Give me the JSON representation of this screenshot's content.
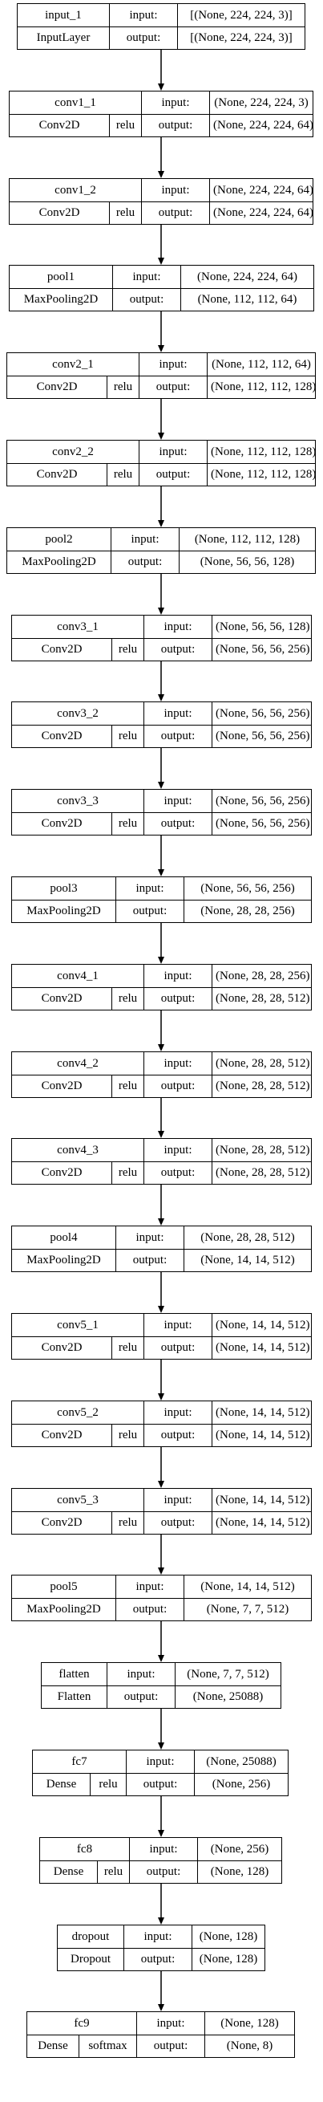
{
  "port_labels": {
    "input": "input:",
    "output": "output:"
  },
  "layers": [
    {
      "name": "input_1",
      "type": "InputLayer",
      "activation": "",
      "input_shape": "[(None, 224, 224, 3)]",
      "output_shape": "[(None, 224, 224, 3)]"
    },
    {
      "name": "conv1_1",
      "type": "Conv2D",
      "activation": "relu",
      "input_shape": "(None, 224, 224, 3)",
      "output_shape": "(None, 224, 224, 64)"
    },
    {
      "name": "conv1_2",
      "type": "Conv2D",
      "activation": "relu",
      "input_shape": "(None, 224, 224, 64)",
      "output_shape": "(None, 224, 224, 64)"
    },
    {
      "name": "pool1",
      "type": "MaxPooling2D",
      "activation": "",
      "input_shape": "(None, 224, 224, 64)",
      "output_shape": "(None, 112, 112, 64)"
    },
    {
      "name": "conv2_1",
      "type": "Conv2D",
      "activation": "relu",
      "input_shape": "(None, 112, 112, 64)",
      "output_shape": "(None, 112, 112, 128)"
    },
    {
      "name": "conv2_2",
      "type": "Conv2D",
      "activation": "relu",
      "input_shape": "(None, 112, 112, 128)",
      "output_shape": "(None, 112, 112, 128)"
    },
    {
      "name": "pool2",
      "type": "MaxPooling2D",
      "activation": "",
      "input_shape": "(None, 112, 112, 128)",
      "output_shape": "(None, 56, 56, 128)"
    },
    {
      "name": "conv3_1",
      "type": "Conv2D",
      "activation": "relu",
      "input_shape": "(None, 56, 56, 128)",
      "output_shape": "(None, 56, 56, 256)"
    },
    {
      "name": "conv3_2",
      "type": "Conv2D",
      "activation": "relu",
      "input_shape": "(None, 56, 56, 256)",
      "output_shape": "(None, 56, 56, 256)"
    },
    {
      "name": "conv3_3",
      "type": "Conv2D",
      "activation": "relu",
      "input_shape": "(None, 56, 56, 256)",
      "output_shape": "(None, 56, 56, 256)"
    },
    {
      "name": "pool3",
      "type": "MaxPooling2D",
      "activation": "",
      "input_shape": "(None, 56, 56, 256)",
      "output_shape": "(None, 28, 28, 256)"
    },
    {
      "name": "conv4_1",
      "type": "Conv2D",
      "activation": "relu",
      "input_shape": "(None, 28, 28, 256)",
      "output_shape": "(None, 28, 28, 512)"
    },
    {
      "name": "conv4_2",
      "type": "Conv2D",
      "activation": "relu",
      "input_shape": "(None, 28, 28, 512)",
      "output_shape": "(None, 28, 28, 512)"
    },
    {
      "name": "conv4_3",
      "type": "Conv2D",
      "activation": "relu",
      "input_shape": "(None, 28, 28, 512)",
      "output_shape": "(None, 28, 28, 512)"
    },
    {
      "name": "pool4",
      "type": "MaxPooling2D",
      "activation": "",
      "input_shape": "(None, 28, 28, 512)",
      "output_shape": "(None, 14, 14, 512)"
    },
    {
      "name": "conv5_1",
      "type": "Conv2D",
      "activation": "relu",
      "input_shape": "(None, 14, 14, 512)",
      "output_shape": "(None, 14, 14, 512)"
    },
    {
      "name": "conv5_2",
      "type": "Conv2D",
      "activation": "relu",
      "input_shape": "(None, 14, 14, 512)",
      "output_shape": "(None, 14, 14, 512)"
    },
    {
      "name": "conv5_3",
      "type": "Conv2D",
      "activation": "relu",
      "input_shape": "(None, 14, 14, 512)",
      "output_shape": "(None, 14, 14, 512)"
    },
    {
      "name": "pool5",
      "type": "MaxPooling2D",
      "activation": "",
      "input_shape": "(None, 14, 14, 512)",
      "output_shape": "(None, 7, 7, 512)"
    },
    {
      "name": "flatten",
      "type": "Flatten",
      "activation": "",
      "input_shape": "(None, 7, 7, 512)",
      "output_shape": "(None, 25088)"
    },
    {
      "name": "fc7",
      "type": "Dense",
      "activation": "relu",
      "input_shape": "(None, 25088)",
      "output_shape": "(None, 256)"
    },
    {
      "name": "fc8",
      "type": "Dense",
      "activation": "relu",
      "input_shape": "(None, 256)",
      "output_shape": "(None, 128)"
    },
    {
      "name": "dropout",
      "type": "Dropout",
      "activation": "",
      "input_shape": "(None, 128)",
      "output_shape": "(None, 128)"
    },
    {
      "name": "fc9",
      "type": "Dense",
      "activation": "softmax",
      "input_shape": "(None, 128)",
      "output_shape": "(None, 8)"
    }
  ]
}
